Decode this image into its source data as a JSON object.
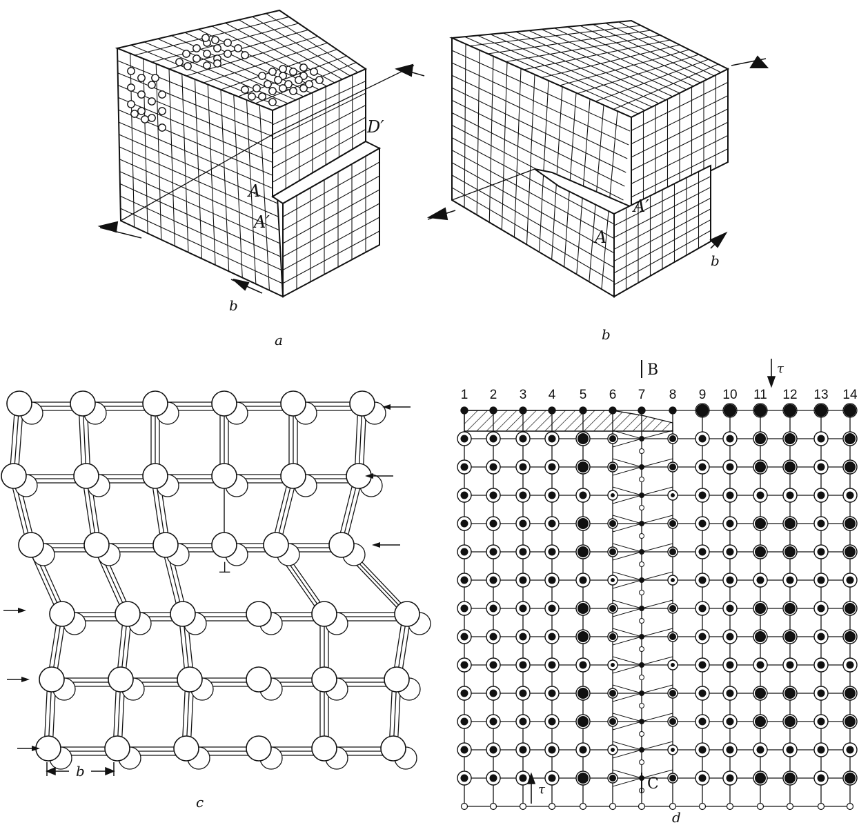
{
  "panels": {
    "a": {
      "caption": "a",
      "label_D": "D′",
      "label_A": "A",
      "label_A_prime": "A′",
      "label_b": "b"
    },
    "b": {
      "caption": "b",
      "label_A_prime": "A′",
      "label_A": "A",
      "label_b": "b"
    },
    "c": {
      "caption": "c",
      "label_b": "b",
      "dislocation_symbol": "⊥"
    },
    "d": {
      "caption": "d",
      "column_numbers": [
        "1",
        "2",
        "3",
        "4",
        "5",
        "6",
        "7",
        "8",
        "9",
        "10",
        "11",
        "12",
        "13",
        "14"
      ],
      "label_B": "B",
      "label_C": "C",
      "label_tau_top": "τ",
      "label_tau_bottom": "τ"
    }
  },
  "colors": {
    "ink": "#111111",
    "paper": "#ffffff"
  }
}
